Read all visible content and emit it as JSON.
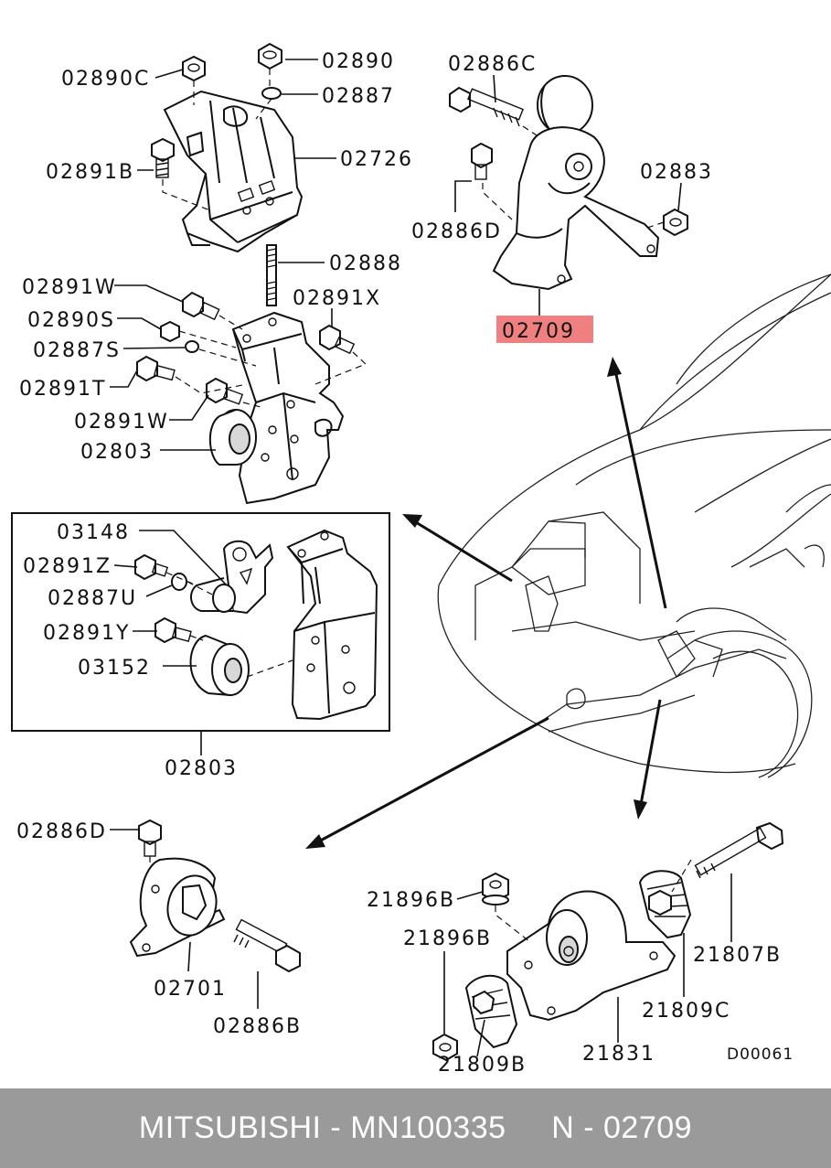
{
  "labels": {
    "p02890C": "02890C",
    "p02890": "02890",
    "p02887": "02887",
    "p02891B": "02891B",
    "p02726": "02726",
    "p02888": "02888",
    "p02891W_a": "02891W",
    "p02891X": "02891X",
    "p02890S": "02890S",
    "p02887S": "02887S",
    "p02891T": "02891T",
    "p02891W_b": "02891W",
    "p02803_a": "02803",
    "p02886C": "02886C",
    "p02883": "02883",
    "p02886D_a": "02886D",
    "p02709": "02709",
    "p03148": "03148",
    "p02891Z": "02891Z",
    "p02887U": "02887U",
    "p02891Y": "02891Y",
    "p03152": "03152",
    "p02803_b": "02803",
    "p02886D_b": "02886D",
    "p02701": "02701",
    "p02886B": "02886B",
    "p21896B_a": "21896B",
    "p21896B_b": "21896B",
    "p21807B": "21807B",
    "p21809C": "21809C",
    "p21809B": "21809B",
    "p21831": "21831"
  },
  "diagram_code": "D00061",
  "highlight_color": "#f08080",
  "footer": {
    "text": "MITSUBISHI - MN100335     N - 02709",
    "background": "#9a9a9a"
  }
}
